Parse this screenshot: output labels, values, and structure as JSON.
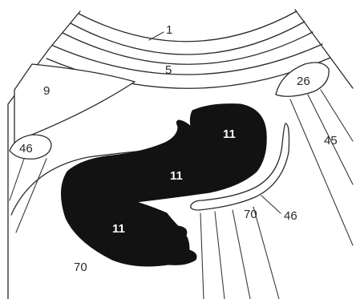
{
  "labels": {
    "l1": "1",
    "l5": "5",
    "l9": "9",
    "l26": "26",
    "l45": "45",
    "l46_left": "46",
    "l46_right": "46",
    "l70_mid": "70",
    "l70_bottom": "70",
    "l11_top": "11",
    "l11_mid": "11",
    "l11_bottom": "11"
  }
}
